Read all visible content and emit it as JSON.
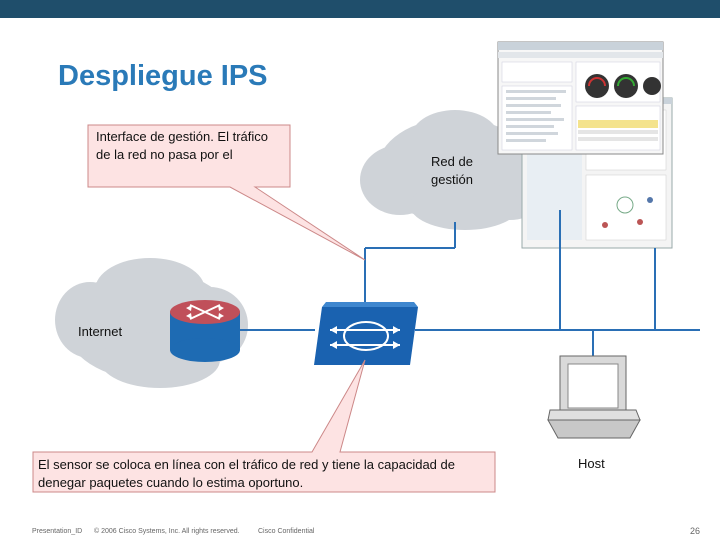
{
  "slide": {
    "title": "Despliegue IPS",
    "callout_top": "Interface de gestión. El tráfico de la red no pasa por el",
    "callout_bottom": "El sensor se coloca en línea con el tráfico de red y tiene la capacidad de denegar paquetes cuando lo estima oportuno.",
    "cloud_management": "Red de gestión",
    "cloud_internet": "Internet",
    "host_label": "Host"
  },
  "footer": {
    "presentation_id": "Presentation_ID",
    "copyright": "© 2006 Cisco Systems, Inc. All rights reserved.",
    "confidential": "Cisco Confidential",
    "page_number": "26"
  },
  "colors": {
    "title": "#2a7ab8",
    "top_bar": "#1f4e6b",
    "callout_fill": "#fde3e3",
    "cloud": "#cfd3d8",
    "router_blue": "#1e6bb3",
    "router_red": "#c0505a",
    "sensor_blue": "#1a62b0",
    "network_line": "#2a6fb5"
  }
}
